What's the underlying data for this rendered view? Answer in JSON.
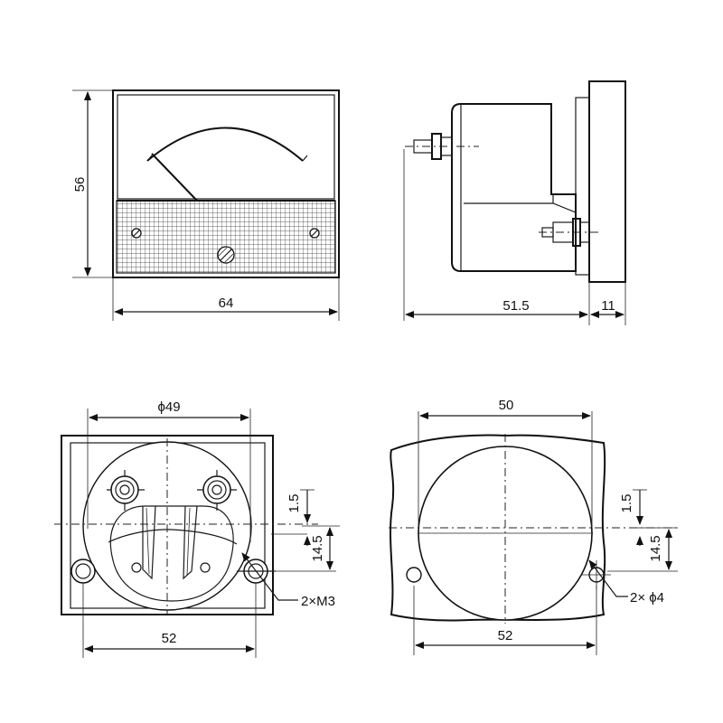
{
  "front_view": {
    "height_label": "56",
    "width_label": "64"
  },
  "side_view": {
    "depth_label": "51.5",
    "flange_label": "11"
  },
  "rear_view": {
    "diameter_label": "ϕ49",
    "offset_top_label": "1.5",
    "offset_mid_label": "14.5",
    "hole_spacing_label": "52",
    "screw_label": "2×M3"
  },
  "panel_cutout": {
    "cutout_width_label": "50",
    "offset_top_label": "1.5",
    "offset_mid_label": "14.5",
    "hole_spacing_label": "52",
    "hole_label": "2× ϕ4"
  }
}
